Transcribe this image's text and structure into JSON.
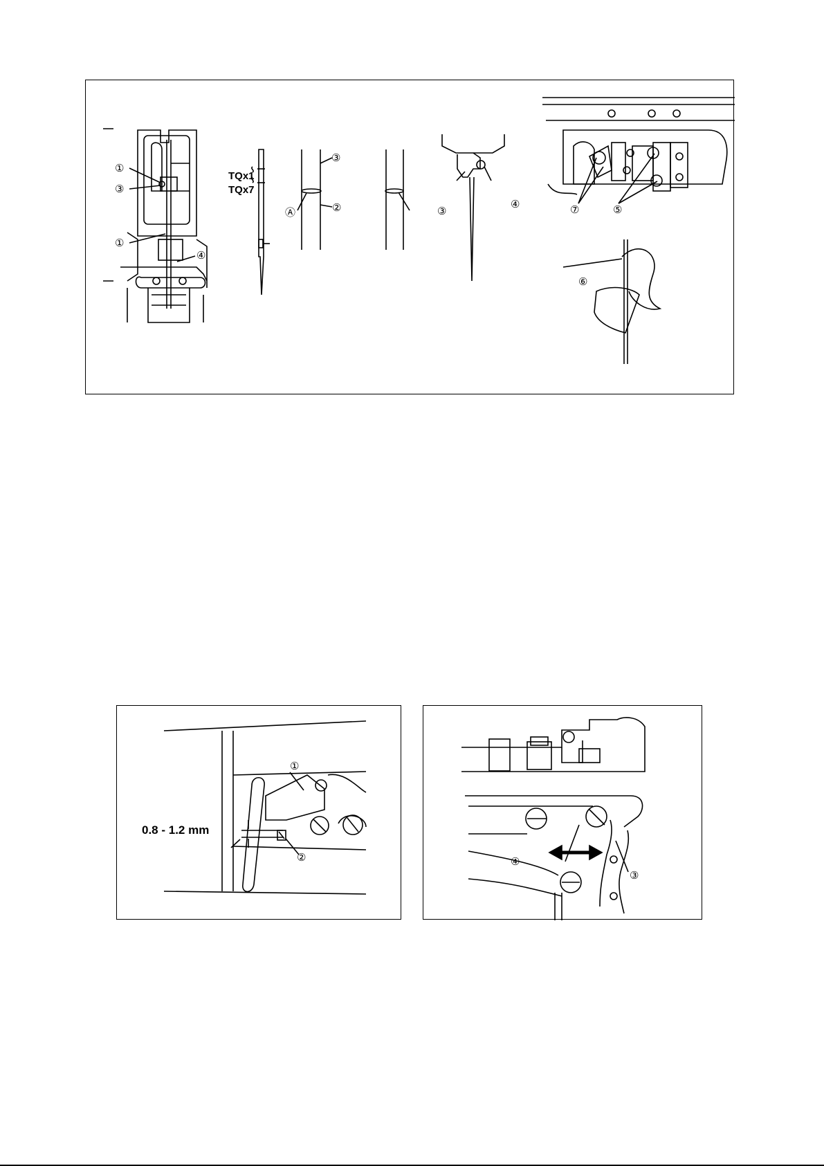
{
  "top_figure": {
    "labels": {
      "c1": "①",
      "c2": "②",
      "c3": "③",
      "c4": "④",
      "c5": "⑤",
      "c6": "⑥",
      "c7": "⑦",
      "cA": "Ⓐ"
    },
    "needle_types": [
      "TQx1",
      "TQx7"
    ]
  },
  "bottom_left_figure": {
    "gap_measure": "0.8 - 1.2 mm",
    "labels": {
      "c1": "①",
      "c2": "②"
    }
  },
  "bottom_right_figure": {
    "labels": {
      "c3": "③",
      "c4": "④"
    }
  }
}
